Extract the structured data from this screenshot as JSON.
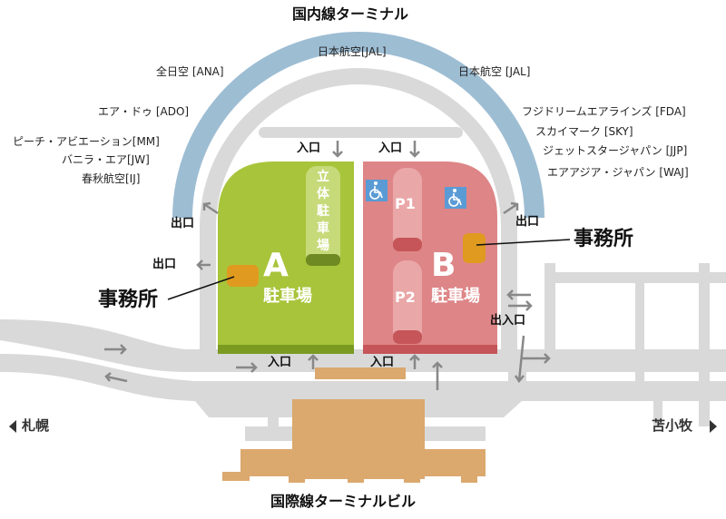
{
  "titles": {
    "domestic": "国内線ターミナル",
    "international": "国際線ターミナルビル"
  },
  "airlines": {
    "top": "日本航空[JAL]",
    "left": [
      "全日空 [ANA]",
      "エア・ドゥ [ADO]",
      "ピーチ・アビエーション[MM]",
      "バニラ・エア[JW]",
      "春秋航空[IJ]"
    ],
    "right": [
      "日本航空 [JAL]",
      "フジドリームエアラインズ [FDA]",
      "スカイマーク [SKY]",
      "ジェットスタージャパン [JJP]",
      "エアアジア・ジャパン [WAJ]"
    ]
  },
  "labels": {
    "entrance": "入口",
    "exit": "出口",
    "entrance_exit": "出入口",
    "office": "事務所",
    "multi_storey": "立体駐車場"
  },
  "parking": {
    "a": {
      "letter": "A",
      "name": "駐車場"
    },
    "b": {
      "letter": "B",
      "name": "駐車場",
      "zones": [
        "P1",
        "P2"
      ]
    }
  },
  "directions": {
    "left": "札幌",
    "right": "苫小牧"
  },
  "colors": {
    "terminal_domestic": "#9dbdd3",
    "lot_a": "#a8c43a",
    "lot_b": "#de8587",
    "terminal_intl": "#dba86e",
    "road": "#d9d9d9",
    "office": "#e09a20",
    "accessible": "#5b9bd5"
  }
}
